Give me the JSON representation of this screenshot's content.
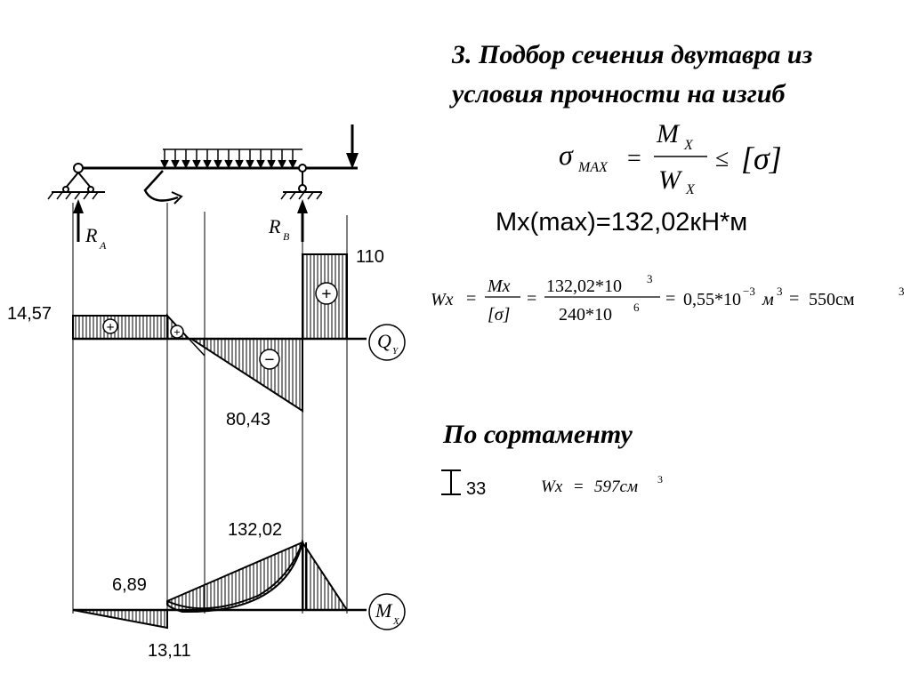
{
  "title": {
    "line1": "3. Подбор сечения двутавра из",
    "line2": "условия прочности на изгиб"
  },
  "formula_sigma": {
    "sigma": "σ",
    "sigma_sub": "MAX",
    "eq": "=",
    "num_M": "M",
    "num_sub": "X",
    "den_W": "W",
    "den_sub": "X",
    "leq": "≤",
    "bracket_sigma": "[σ]"
  },
  "mx_max": "Mx(max)=132,02кН*м",
  "formula_wx": {
    "lhs": "Wx",
    "eq1": "=",
    "frac1_num": "Mx",
    "frac1_den": "[σ]",
    "eq2": "=",
    "frac2_num": "132,02*10",
    "frac2_num_exp": "3",
    "frac2_den": "240*10",
    "frac2_den_exp": "6",
    "eq3": "=",
    "result1": "0,55*10",
    "result1_exp": "−3",
    "result1_unit": "м",
    "result1_unit_exp": "3",
    "eq4": "=",
    "result2": "550см",
    "result2_exp": "3"
  },
  "sortament_heading": "По сортаменту",
  "sortament": {
    "profile_number": "33",
    "wx_label": "Wx",
    "wx_eq": "=",
    "wx_value": "597см",
    "wx_exp": "3"
  },
  "beam": {
    "reaction_a": "R",
    "reaction_a_sub": "A",
    "reaction_b": "R",
    "reaction_b_sub": "B"
  },
  "shear_diagram": {
    "label": "Q",
    "label_sub": "Y",
    "values": {
      "left": "14,57",
      "bottom": "80,43",
      "right": "110"
    },
    "signs": [
      "+",
      "+",
      "−",
      "+"
    ]
  },
  "moment_diagram": {
    "label": "M",
    "label_sub": "X",
    "values": {
      "top": "132,02",
      "left_top": "6,89",
      "bottom": "13,11"
    }
  }
}
